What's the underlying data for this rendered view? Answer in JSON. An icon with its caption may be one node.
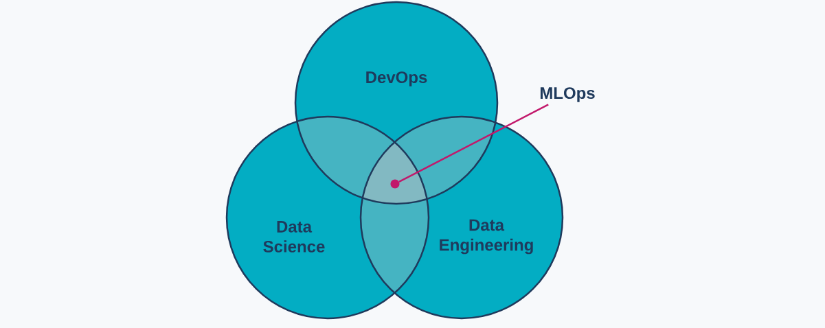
{
  "diagram": {
    "nodes": [
      {
        "text": [
          "DevOps"
        ]
      },
      {
        "text": [
          "Data Science"
        ]
      },
      {
        "text": [
          "Data Engineering"
        ]
      },
      {
        "text": [
          "MLOps"
        ]
      },
      {
        "text": [],
        "shape": "circle"
      }
    ],
    "edges": [
      {
        "from": 3,
        "to": 4,
        "arrow": "none",
        "color": "#c2186b"
      }
    ]
  }
}
